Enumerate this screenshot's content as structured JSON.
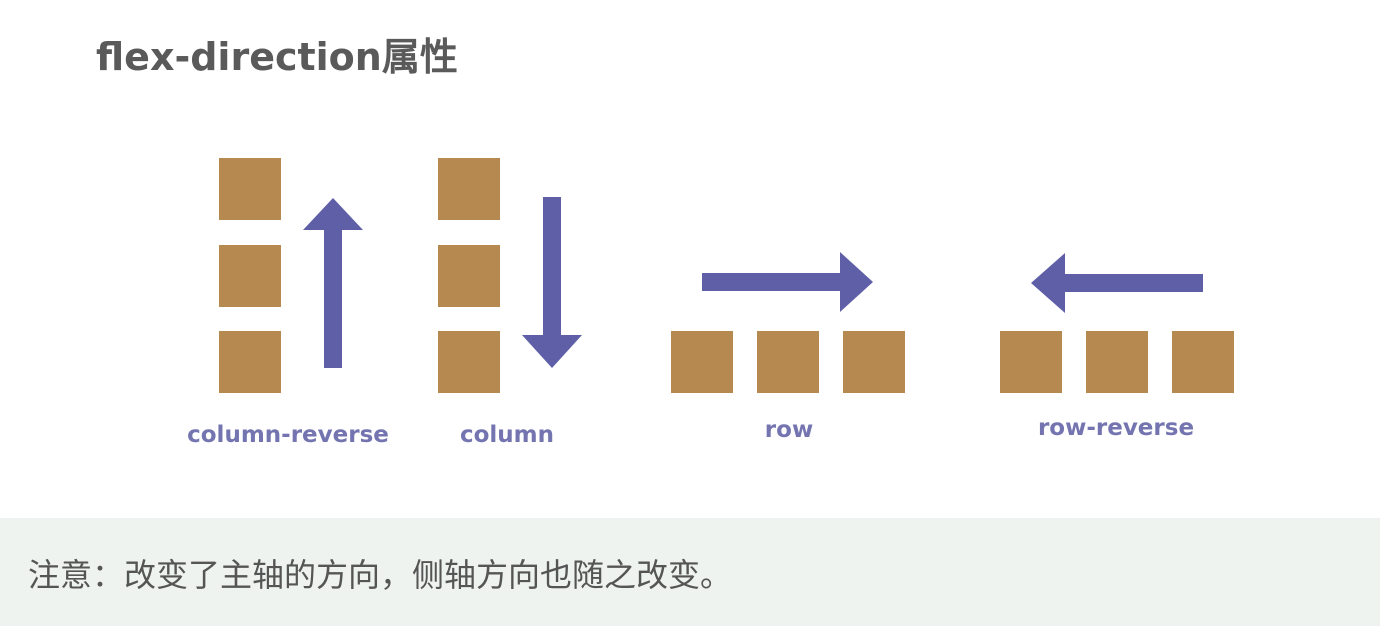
{
  "title": "flex-direction属性",
  "note": "注意：改变了主轴的方向，侧轴方向也随之改变。",
  "colors": {
    "box": "#b5894f",
    "arrow": "#5f5fa8",
    "label": "#7474b0",
    "title": "#5a5a5a",
    "note_background": "#eef3ef",
    "note_text": "#555555"
  },
  "examples": [
    {
      "id": "column-reverse",
      "label": "column-reverse",
      "arrow_direction": "up",
      "layout": "vertical"
    },
    {
      "id": "column",
      "label": "column",
      "arrow_direction": "down",
      "layout": "vertical"
    },
    {
      "id": "row",
      "label": "row",
      "arrow_direction": "right",
      "layout": "horizontal"
    },
    {
      "id": "row-reverse",
      "label": "row-reverse",
      "arrow_direction": "left",
      "layout": "horizontal"
    }
  ]
}
